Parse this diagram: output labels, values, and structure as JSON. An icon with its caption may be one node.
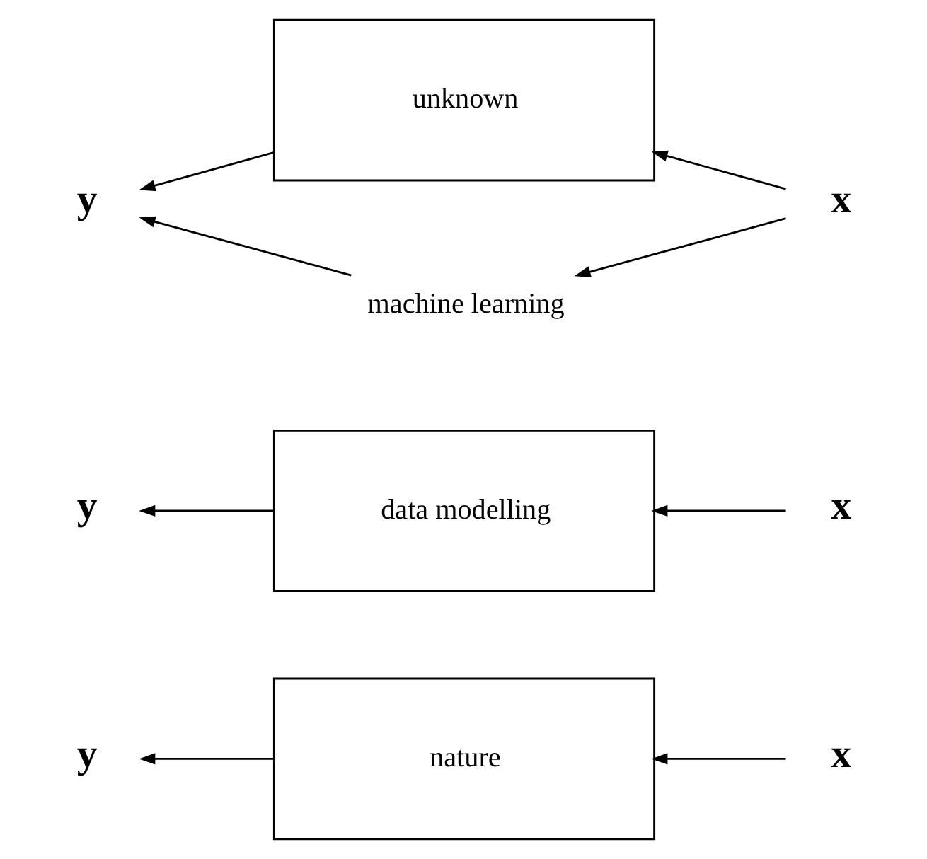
{
  "diagram": {
    "nodes": [
      {
        "text": [
          "y"
        ]
      },
      {
        "text": [
          "nature"
        ]
      },
      {
        "text": [
          "x"
        ]
      },
      {
        "text": [
          "y"
        ]
      },
      {
        "text": [
          "data modelling"
        ]
      },
      {
        "text": [
          "x"
        ]
      },
      {
        "text": [
          "y"
        ]
      },
      {
        "text": [
          "unknown"
        ]
      },
      {
        "text": [
          "x"
        ]
      },
      {
        "text": [
          "machine learning"
        ]
      }
    ],
    "edges": [
      {
        "from": 2,
        "to": 1,
        "arrow": "to"
      },
      {
        "from": 1,
        "to": 0,
        "arrow": "to"
      },
      {
        "from": 5,
        "to": 4,
        "arrow": "to"
      },
      {
        "from": 4,
        "to": 3,
        "arrow": "to"
      },
      {
        "from": 8,
        "to": 7,
        "arrow": "to"
      },
      {
        "from": 7,
        "to": 6,
        "arrow": "to"
      },
      {
        "from": 8,
        "to": 9,
        "arrow": "to"
      },
      {
        "from": 9,
        "to": 6,
        "arrow": "to"
      }
    ]
  }
}
